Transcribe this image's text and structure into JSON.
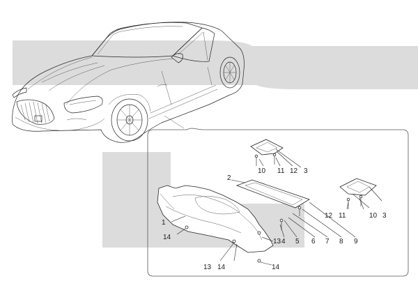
{
  "diagram": {
    "colors": {
      "watermark": "#dcdcdc",
      "line": "#222222",
      "background": "#ffffff",
      "panel_border": "#555555"
    },
    "callouts": {
      "c1": "1",
      "c2": "2",
      "c3a": "3",
      "c3b": "3",
      "c4": "4",
      "c5": "5",
      "c6": "6",
      "c7": "7",
      "c8": "8",
      "c9": "9",
      "c10a": "10",
      "c10b": "10",
      "c11a": "11",
      "c11b": "11",
      "c12a": "12",
      "c12b": "12",
      "c13a": "13",
      "c13b": "13",
      "c14a": "14",
      "c14b": "14",
      "c14c": "14"
    }
  }
}
